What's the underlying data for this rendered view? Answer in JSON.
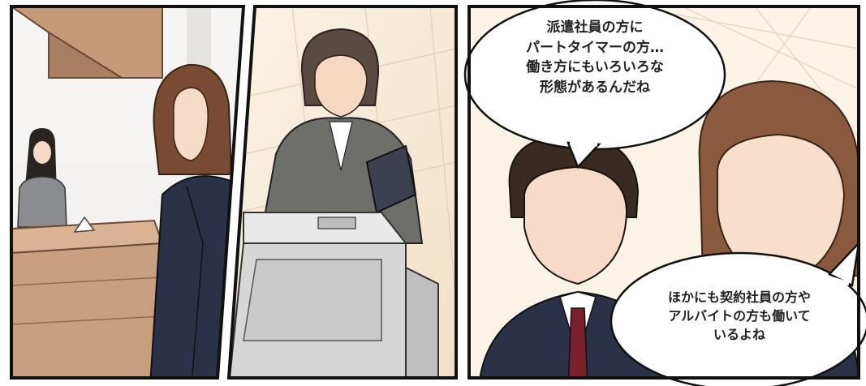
{
  "panels": [
    {
      "id": "office-entrance"
    },
    {
      "id": "copy-machine"
    },
    {
      "id": "coworker-conversation"
    }
  ],
  "colors": {
    "border": "#111111",
    "suit_navy": "#2b3147",
    "suit_gray": "#6e6f6b",
    "hair_brown": "#7a4b34",
    "hair_dark": "#3a2a22",
    "wood": "#c9a07f",
    "background_warm": "#f6ecdc"
  },
  "bubble_top": {
    "lines": [
      "派遣社員の方に",
      "パートタイマーの方…",
      "働き方にもいろいろな",
      "形態があるんだね"
    ]
  },
  "bubble_bottom": {
    "lines": [
      "ほかにも契約社員の方や",
      "アルバイトの方も働いて",
      "いるよね"
    ]
  }
}
